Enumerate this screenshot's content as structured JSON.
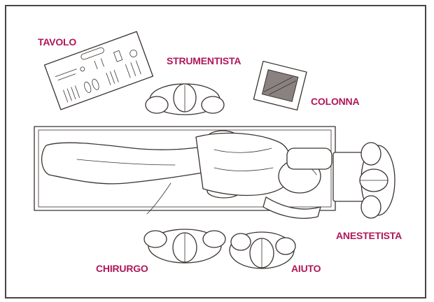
{
  "labels": {
    "tavolo": "TAVOLO",
    "strumentista": "STRUMENTISTA",
    "colonna": "COLONNA",
    "anestetista": "ANESTETISTA",
    "chirurgo": "CHIRURGO",
    "aiuto": "AIUTO"
  },
  "colors": {
    "label": "#b0185a",
    "line": "#3a3330",
    "frame": "#4a4542",
    "background": "#ffffff"
  }
}
